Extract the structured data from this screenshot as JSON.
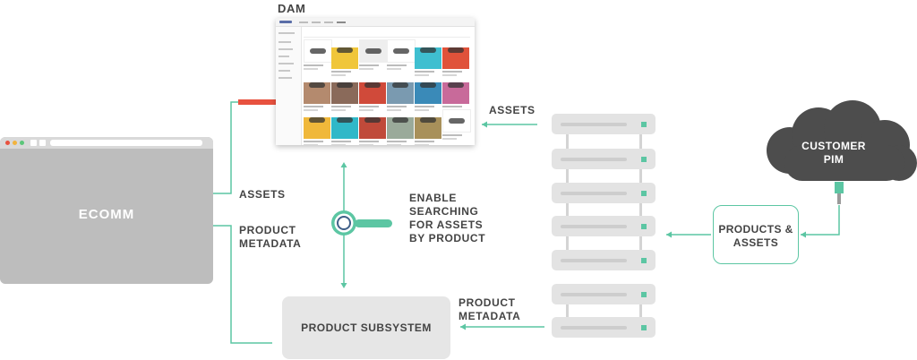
{
  "dam": {
    "title": "DAM"
  },
  "ecomm": {
    "label": "ECOMM"
  },
  "labels": {
    "assets_left": "ASSETS",
    "product_metadata_left": "PRODUCT\nMETADATA",
    "assets_right": "ASSETS",
    "product_metadata_right": "PRODUCT\nMETADATA",
    "enable_searching": "ENABLE\nSEARCHING\nFOR ASSETS\nBY PRODUCT"
  },
  "product_subsystem": {
    "label": "PRODUCT SUBSYSTEM"
  },
  "products_assets": {
    "label": "PRODUCTS &\nASSETS"
  },
  "customer_pim": {
    "label": "CUSTOMER\nPIM"
  },
  "colors": {
    "connector": "#5cc6a3",
    "dam_link": "#e8523f",
    "browser": "#bdbdbd",
    "cloud": "#4d4d4d",
    "server": "#e3e3e3",
    "text": "#444444"
  },
  "icons": {
    "magnifier": "search-magnifier-icon",
    "cloud": "cloud-icon",
    "plug": "connector-plug-icon"
  }
}
